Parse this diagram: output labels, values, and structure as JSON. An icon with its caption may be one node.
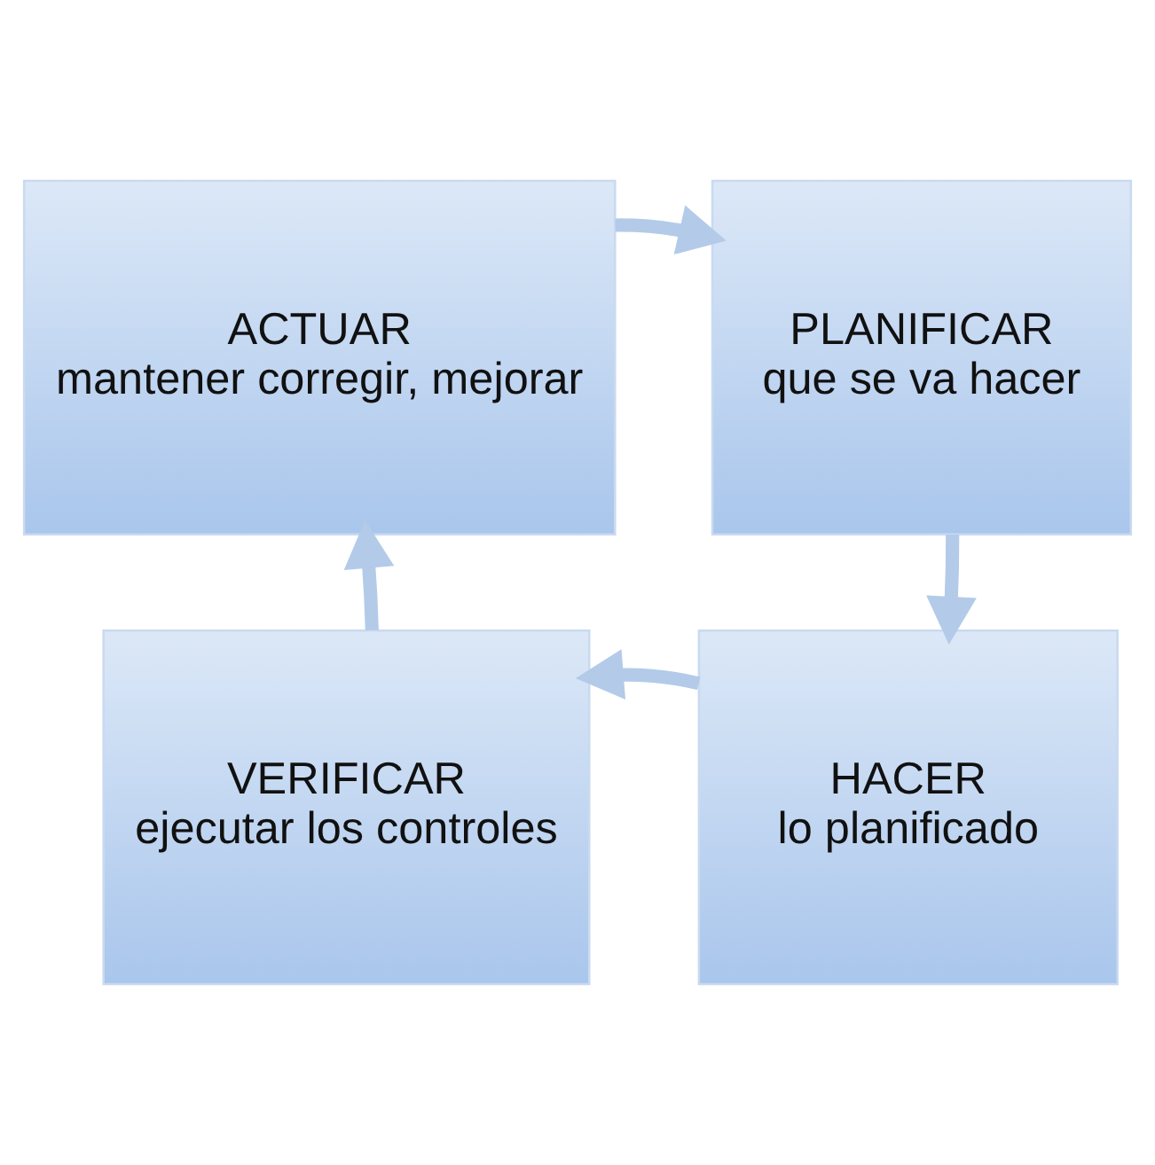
{
  "diagram": {
    "nodes": [
      {
        "text": [
          "ACTUAR",
          "mantener corregir, mejorar"
        ]
      },
      {
        "text": [
          "PLANIFICAR",
          "que se va hacer"
        ]
      },
      {
        "text": [
          "VERIFICAR",
          "ejecutar los controles"
        ]
      },
      {
        "text": [
          "HACER",
          "lo planificado"
        ]
      }
    ],
    "edges": [
      {
        "from": 0,
        "to": 1,
        "arrow": "to"
      },
      {
        "from": 1,
        "to": 3,
        "arrow": "to"
      },
      {
        "from": 3,
        "to": 2,
        "arrow": "to"
      },
      {
        "from": 2,
        "to": 0,
        "arrow": "to"
      }
    ]
  }
}
